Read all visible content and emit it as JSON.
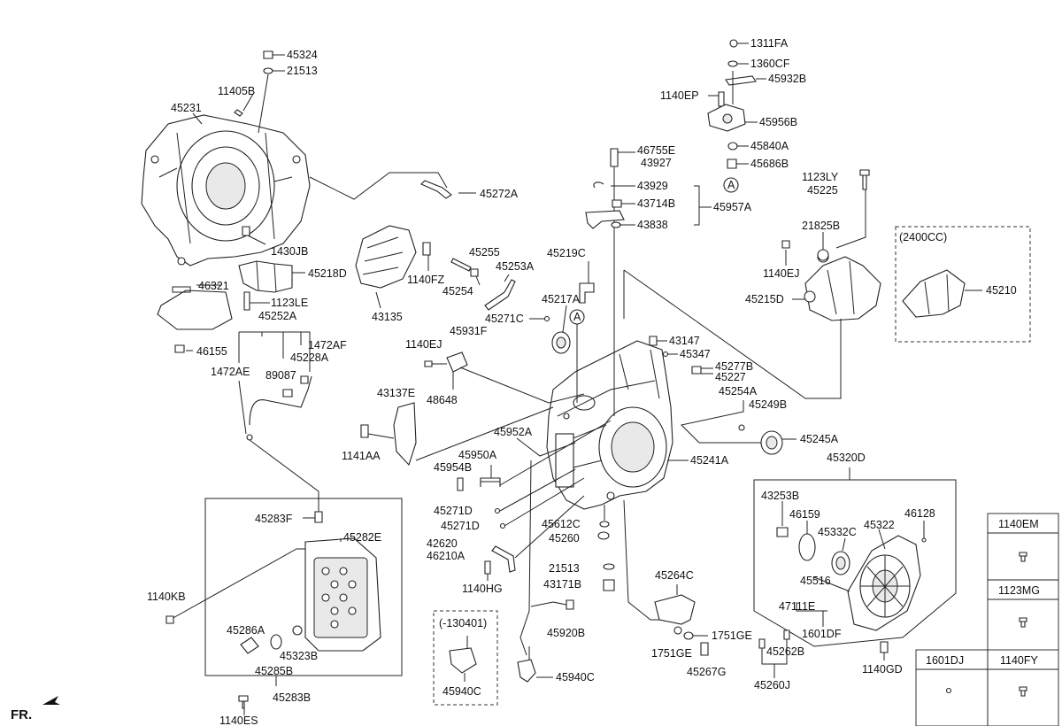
{
  "labels": {
    "p45324": "45324",
    "p21513a": "21513",
    "p11405B": "11405B",
    "p45231": "45231",
    "p45272A": "45272A",
    "p1430JB": "1430JB",
    "p45218D": "45218D",
    "p1140FZ": "1140FZ",
    "p46321": "46321",
    "p1123LE": "1123LE",
    "p43135": "43135",
    "p45252A": "45252A",
    "p1472AF": "1472AF",
    "p45228A": "45228A",
    "p46155": "46155",
    "p1472AE": "1472AE",
    "p89087": "89087",
    "p45255": "45255",
    "p45253A": "45253A",
    "p45254": "45254",
    "p45219C": "45219C",
    "p45217A": "45217A",
    "p45271Ca": "45271C",
    "p1140EJa": "1140EJ",
    "p45931F": "45931F",
    "p48648": "48648",
    "p43137E": "43137E",
    "p1141AA": "1141AA",
    "p45952A": "45952A",
    "p45950A": "45950A",
    "p45954B": "45954B",
    "p45271Db": "45271D",
    "p45271Dc": "45271D",
    "p42620": "42620",
    "p46210A": "46210A",
    "p1140HG": "1140HG",
    "p45612C": "45612C",
    "p45260": "45260",
    "p21513b": "21513",
    "p43171B": "43171B",
    "p45920B": "45920B",
    "p45940Ca": "45940C",
    "p45940Cb": "45940C",
    "p130401": "(-130401)",
    "p46755E": "46755E",
    "p43927": "43927",
    "p43929": "43929",
    "p43714B": "43714B",
    "p43838": "43838",
    "p45957A": "45957A",
    "p1311FA": "1311FA",
    "p1360CF": "1360CF",
    "p45932B": "45932B",
    "p1140EP": "1140EP",
    "p45956B": "45956B",
    "p45840A": "45840A",
    "p45686B": "45686B",
    "p1123LY": "1123LY",
    "p45225": "45225",
    "p21825B": "21825B",
    "p1140EJb": "1140EJ",
    "p45215D": "45215D",
    "p2400CC": "(2400CC)",
    "p45210": "45210",
    "p43147": "43147",
    "p45347": "45347",
    "p45277B": "45277B",
    "p45227": "45227",
    "p45254A": "45254A",
    "p45249B": "45249B",
    "p45245A": "45245A",
    "p45241A": "45241A",
    "p45320D": "45320D",
    "p43253B": "43253B",
    "p46159": "46159",
    "p45332C": "45332C",
    "p45322": "45322",
    "p46128": "46128",
    "p45516": "45516",
    "p47111E": "47111E",
    "p1601DF": "1601DF",
    "p45262B": "45262B",
    "p45260J": "45260J",
    "p1140GD": "1140GD",
    "p45264C": "45264C",
    "p1751GEa": "1751GE",
    "p1751GEb": "1751GE",
    "p45267G": "45267G",
    "p45283F": "45283F",
    "p45282E": "45282E",
    "p1140KB": "1140KB",
    "p45286A": "45286A",
    "p45323B": "45323B",
    "p45285B": "45285B",
    "p45283B": "45283B",
    "p1140ES": "1140ES",
    "calloutA1": "A",
    "calloutA2": "A",
    "fr": "FR."
  },
  "legend": {
    "c1140EM": "1140EM",
    "c1123MG": "1123MG",
    "c1601DJ": "1601DJ",
    "c1140FY": "1140FY"
  }
}
